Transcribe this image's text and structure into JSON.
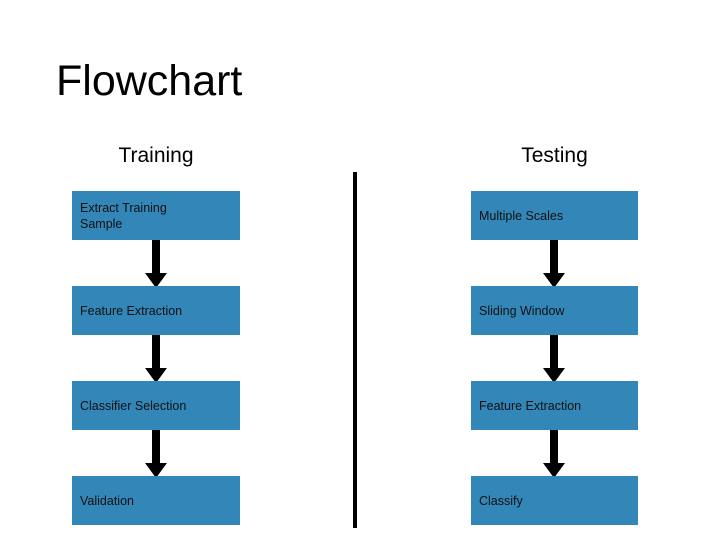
{
  "slide": {
    "title": "Flowchart",
    "background_color": "#ffffff",
    "box_color": "#3287b8",
    "arrow_color": "#000000",
    "divider_color": "#000000"
  },
  "columns": [
    {
      "header": "Training",
      "boxes": [
        {
          "line1": "Extract Training",
          "line2": "Sample"
        },
        {
          "line1": "Feature Extraction",
          "line2": ""
        },
        {
          "line1": "Classifier Selection",
          "line2": ""
        },
        {
          "line1": "Validation",
          "line2": ""
        }
      ],
      "arrows": [
        "down-arrow",
        "down-arrow",
        "down-arrow"
      ]
    },
    {
      "header": "Testing",
      "boxes": [
        {
          "line1": "Multiple Scales",
          "line2": ""
        },
        {
          "line1": "Sliding Window",
          "line2": ""
        },
        {
          "line1": "Feature Extraction",
          "line2": ""
        },
        {
          "line1": "Classify",
          "line2": ""
        }
      ],
      "arrows": [
        "down-arrow",
        "down-arrow",
        "down-arrow"
      ]
    }
  ]
}
